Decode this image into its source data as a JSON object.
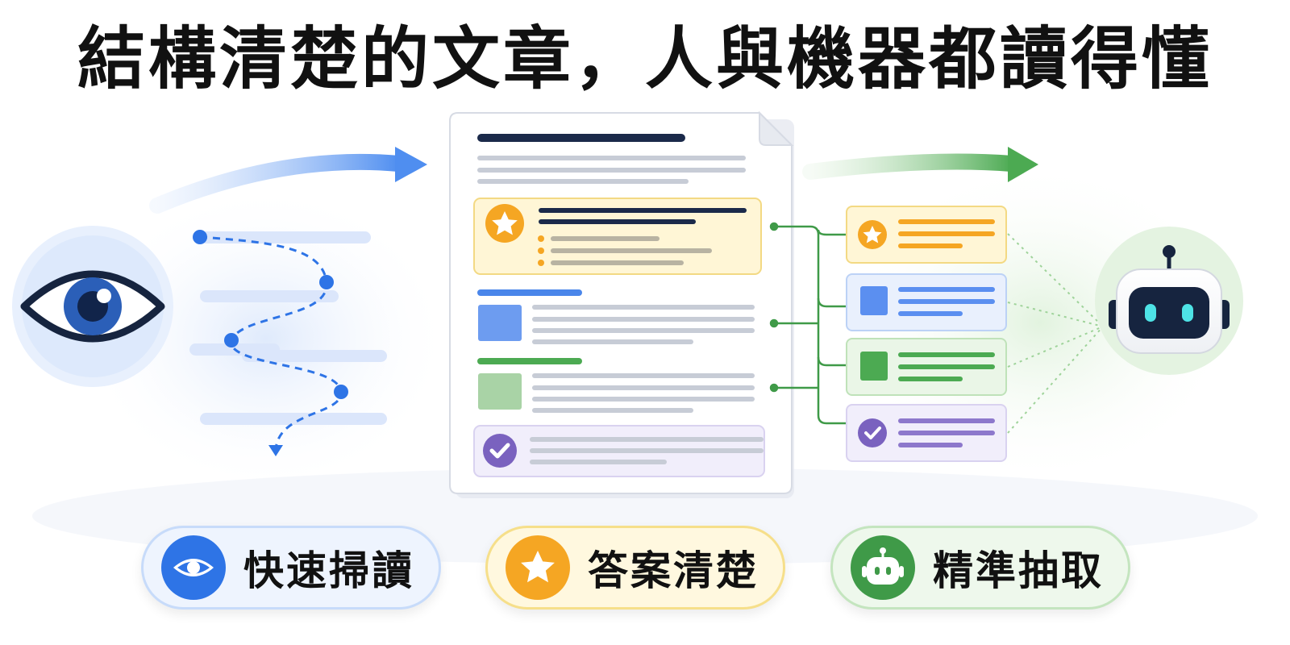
{
  "title": "結構清楚的文章，人與機器都讀得懂",
  "badges": [
    {
      "label": "快速掃讀",
      "icon": "eye-icon",
      "color": "#2e74e6"
    },
    {
      "label": "答案清楚",
      "icon": "star-icon",
      "color": "#f5a623"
    },
    {
      "label": "精準抽取",
      "icon": "robot-icon",
      "color": "#3f9a48"
    }
  ],
  "colors": {
    "human_blue": "#2e74e6",
    "answer_yellow": "#f5a623",
    "section_green": "#3f9a48",
    "check_purple": "#7a62bf",
    "robot_cyan": "#4ee3e6",
    "navy": "#1b2a4a"
  },
  "icons": [
    "eye-icon",
    "arrow-right-icon",
    "document-icon",
    "star-icon",
    "check-icon",
    "robot-icon"
  ]
}
